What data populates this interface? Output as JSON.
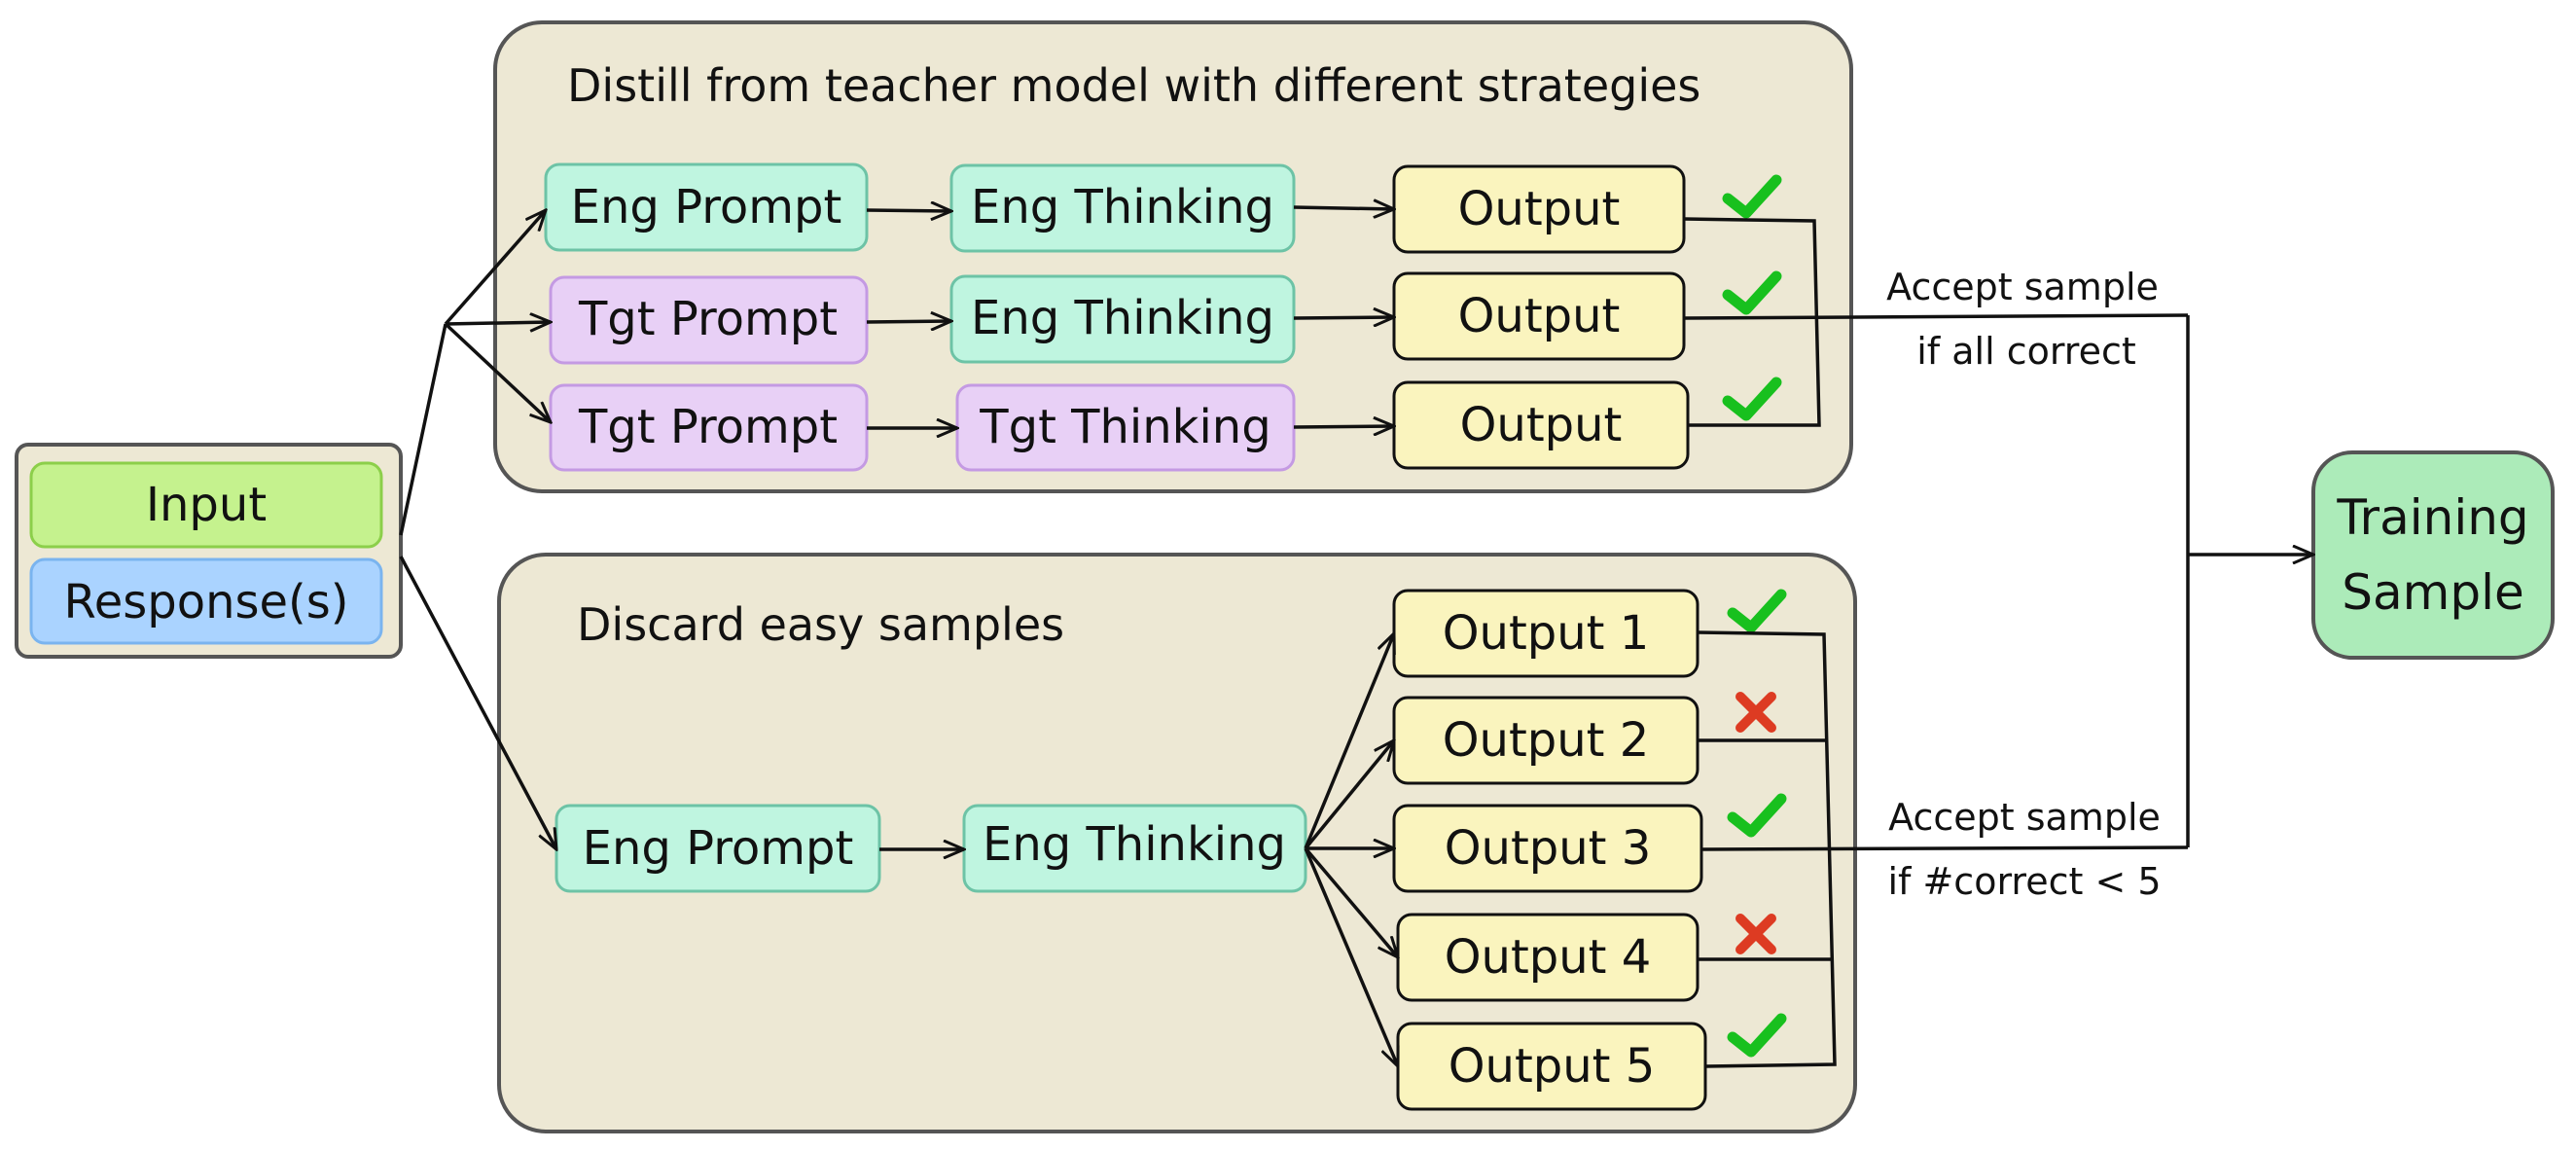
{
  "colors": {
    "panel_fill": "#ede8d4",
    "panel_stroke": "#555555",
    "eng_fill": "#bff5e0",
    "eng_stroke": "#6dc3a6",
    "tgt_fill": "#e8d0f6",
    "tgt_stroke": "#c49ae3",
    "output_fill": "#faf4be",
    "output_stroke": "#111111",
    "input_fill": "#c5f28e",
    "input_stroke": "#8ccf4a",
    "response_fill": "#aad3ff",
    "response_stroke": "#7ab4ef",
    "training_fill": "#acebb9",
    "training_stroke": "#555555",
    "check": "#18c01e",
    "cross": "#dd3b22"
  },
  "input_block": {
    "input_label": "Input",
    "response_label": "Response(s)"
  },
  "distill_panel": {
    "title": "Distill from teacher model with different strategies",
    "rows": [
      {
        "prompt": "Eng Prompt",
        "prompt_kind": "eng",
        "thinking": "Eng Thinking",
        "thinking_kind": "eng",
        "output": "Output",
        "mark": "check-icon"
      },
      {
        "prompt": "Tgt Prompt",
        "prompt_kind": "tgt",
        "thinking": "Eng Thinking",
        "thinking_kind": "eng",
        "output": "Output",
        "mark": "check-icon"
      },
      {
        "prompt": "Tgt Prompt",
        "prompt_kind": "tgt",
        "thinking": "Tgt Thinking",
        "thinking_kind": "tgt",
        "output": "Output",
        "mark": "check-icon"
      }
    ],
    "accept_line1": "Accept sample",
    "accept_line2": "if all correct"
  },
  "discard_panel": {
    "title": "Discard easy samples",
    "prompt": "Eng Prompt",
    "thinking": "Eng Thinking",
    "outputs": [
      {
        "label": "Output 1",
        "mark": "check-icon"
      },
      {
        "label": "Output 2",
        "mark": "cross-icon"
      },
      {
        "label": "Output 3",
        "mark": "check-icon"
      },
      {
        "label": "Output 4",
        "mark": "cross-icon"
      },
      {
        "label": "Output 5",
        "mark": "check-icon"
      }
    ],
    "accept_line1": "Accept sample",
    "accept_line2": "if #correct < 5"
  },
  "training_sample": {
    "line1": "Training",
    "line2": "Sample"
  }
}
